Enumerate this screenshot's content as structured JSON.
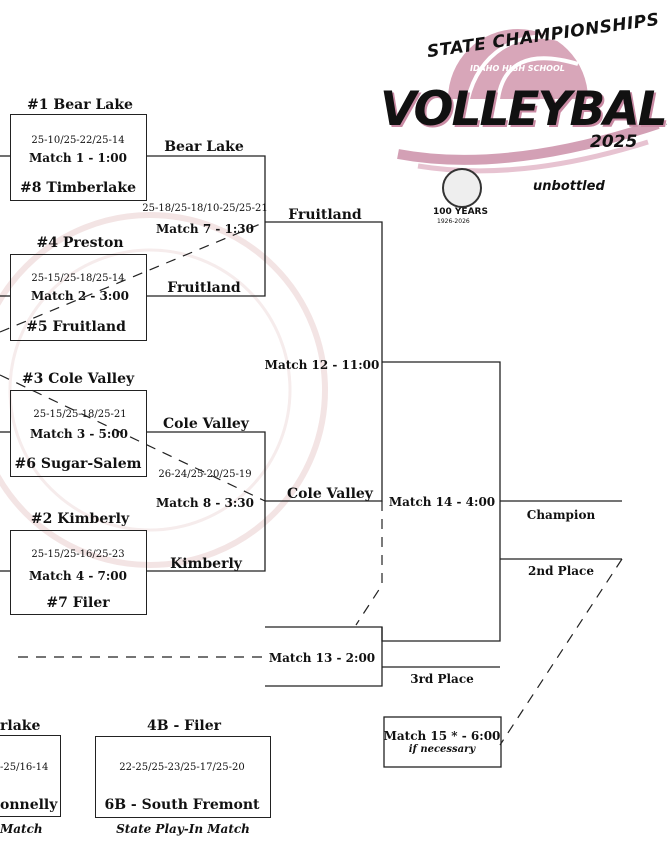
{
  "logo": {
    "top_text": "STATE CHAMPIONSHIPS",
    "sub_text": "IDAHO HIGH SCHOOL",
    "title": "VOLLEYBALL",
    "year": "2025",
    "seal_text": "100 YEARS",
    "seal_years": "1926-2026",
    "sponsor": "unbottled"
  },
  "r1": [
    {
      "top": "#1 Bear Lake",
      "score": "25-10/25-22/25-14",
      "match": "Match 1 - 1:00",
      "bottom": "#8 Timberlake"
    },
    {
      "top": "#4 Preston",
      "score": "25-15/25-18/25-14",
      "match": "Match 2 - 3:00",
      "bottom": "#5 Fruitland"
    },
    {
      "top": "#3 Cole Valley",
      "score": "25-15/25-18/25-21",
      "match": "Match 3 - 5:00",
      "bottom": "#6 Sugar-Salem"
    },
    {
      "top": "#2 Kimberly",
      "score": "25-15/25-16/25-23",
      "match": "Match 4 - 7:00",
      "bottom": "#7 Filer"
    }
  ],
  "r1_winners": [
    "Bear Lake",
    "Fruitland",
    "Cole Valley",
    "Kimberly"
  ],
  "semis": [
    {
      "score": "25-18/25-18/10-25/25-21",
      "match": "Match 7 - 1:30"
    },
    {
      "score": "26-24/25-20/25-19",
      "match": "Match 8 - 3:30"
    }
  ],
  "r2_winners": [
    "Fruitland",
    "Cole Valley"
  ],
  "match12": "Match 12 - 11:00",
  "match13": "Match 13 - 2:00",
  "match14": "Match 14 - 4:00",
  "match15": "Match 15 * - 6:00",
  "if_necessary": "if necessary",
  "champion": "Champion",
  "second_place": "2nd Place",
  "third_place": "3rd Place",
  "playin_left": {
    "top": "rlake",
    "score": "-25/16-14",
    "bottom": "onnelly",
    "label": "Match"
  },
  "playin_right": {
    "top": "4B - Filer",
    "score": "22-25/25-23/25-17/25-20",
    "bottom": "6B - South Fremont",
    "label": "State Play-In Match"
  }
}
